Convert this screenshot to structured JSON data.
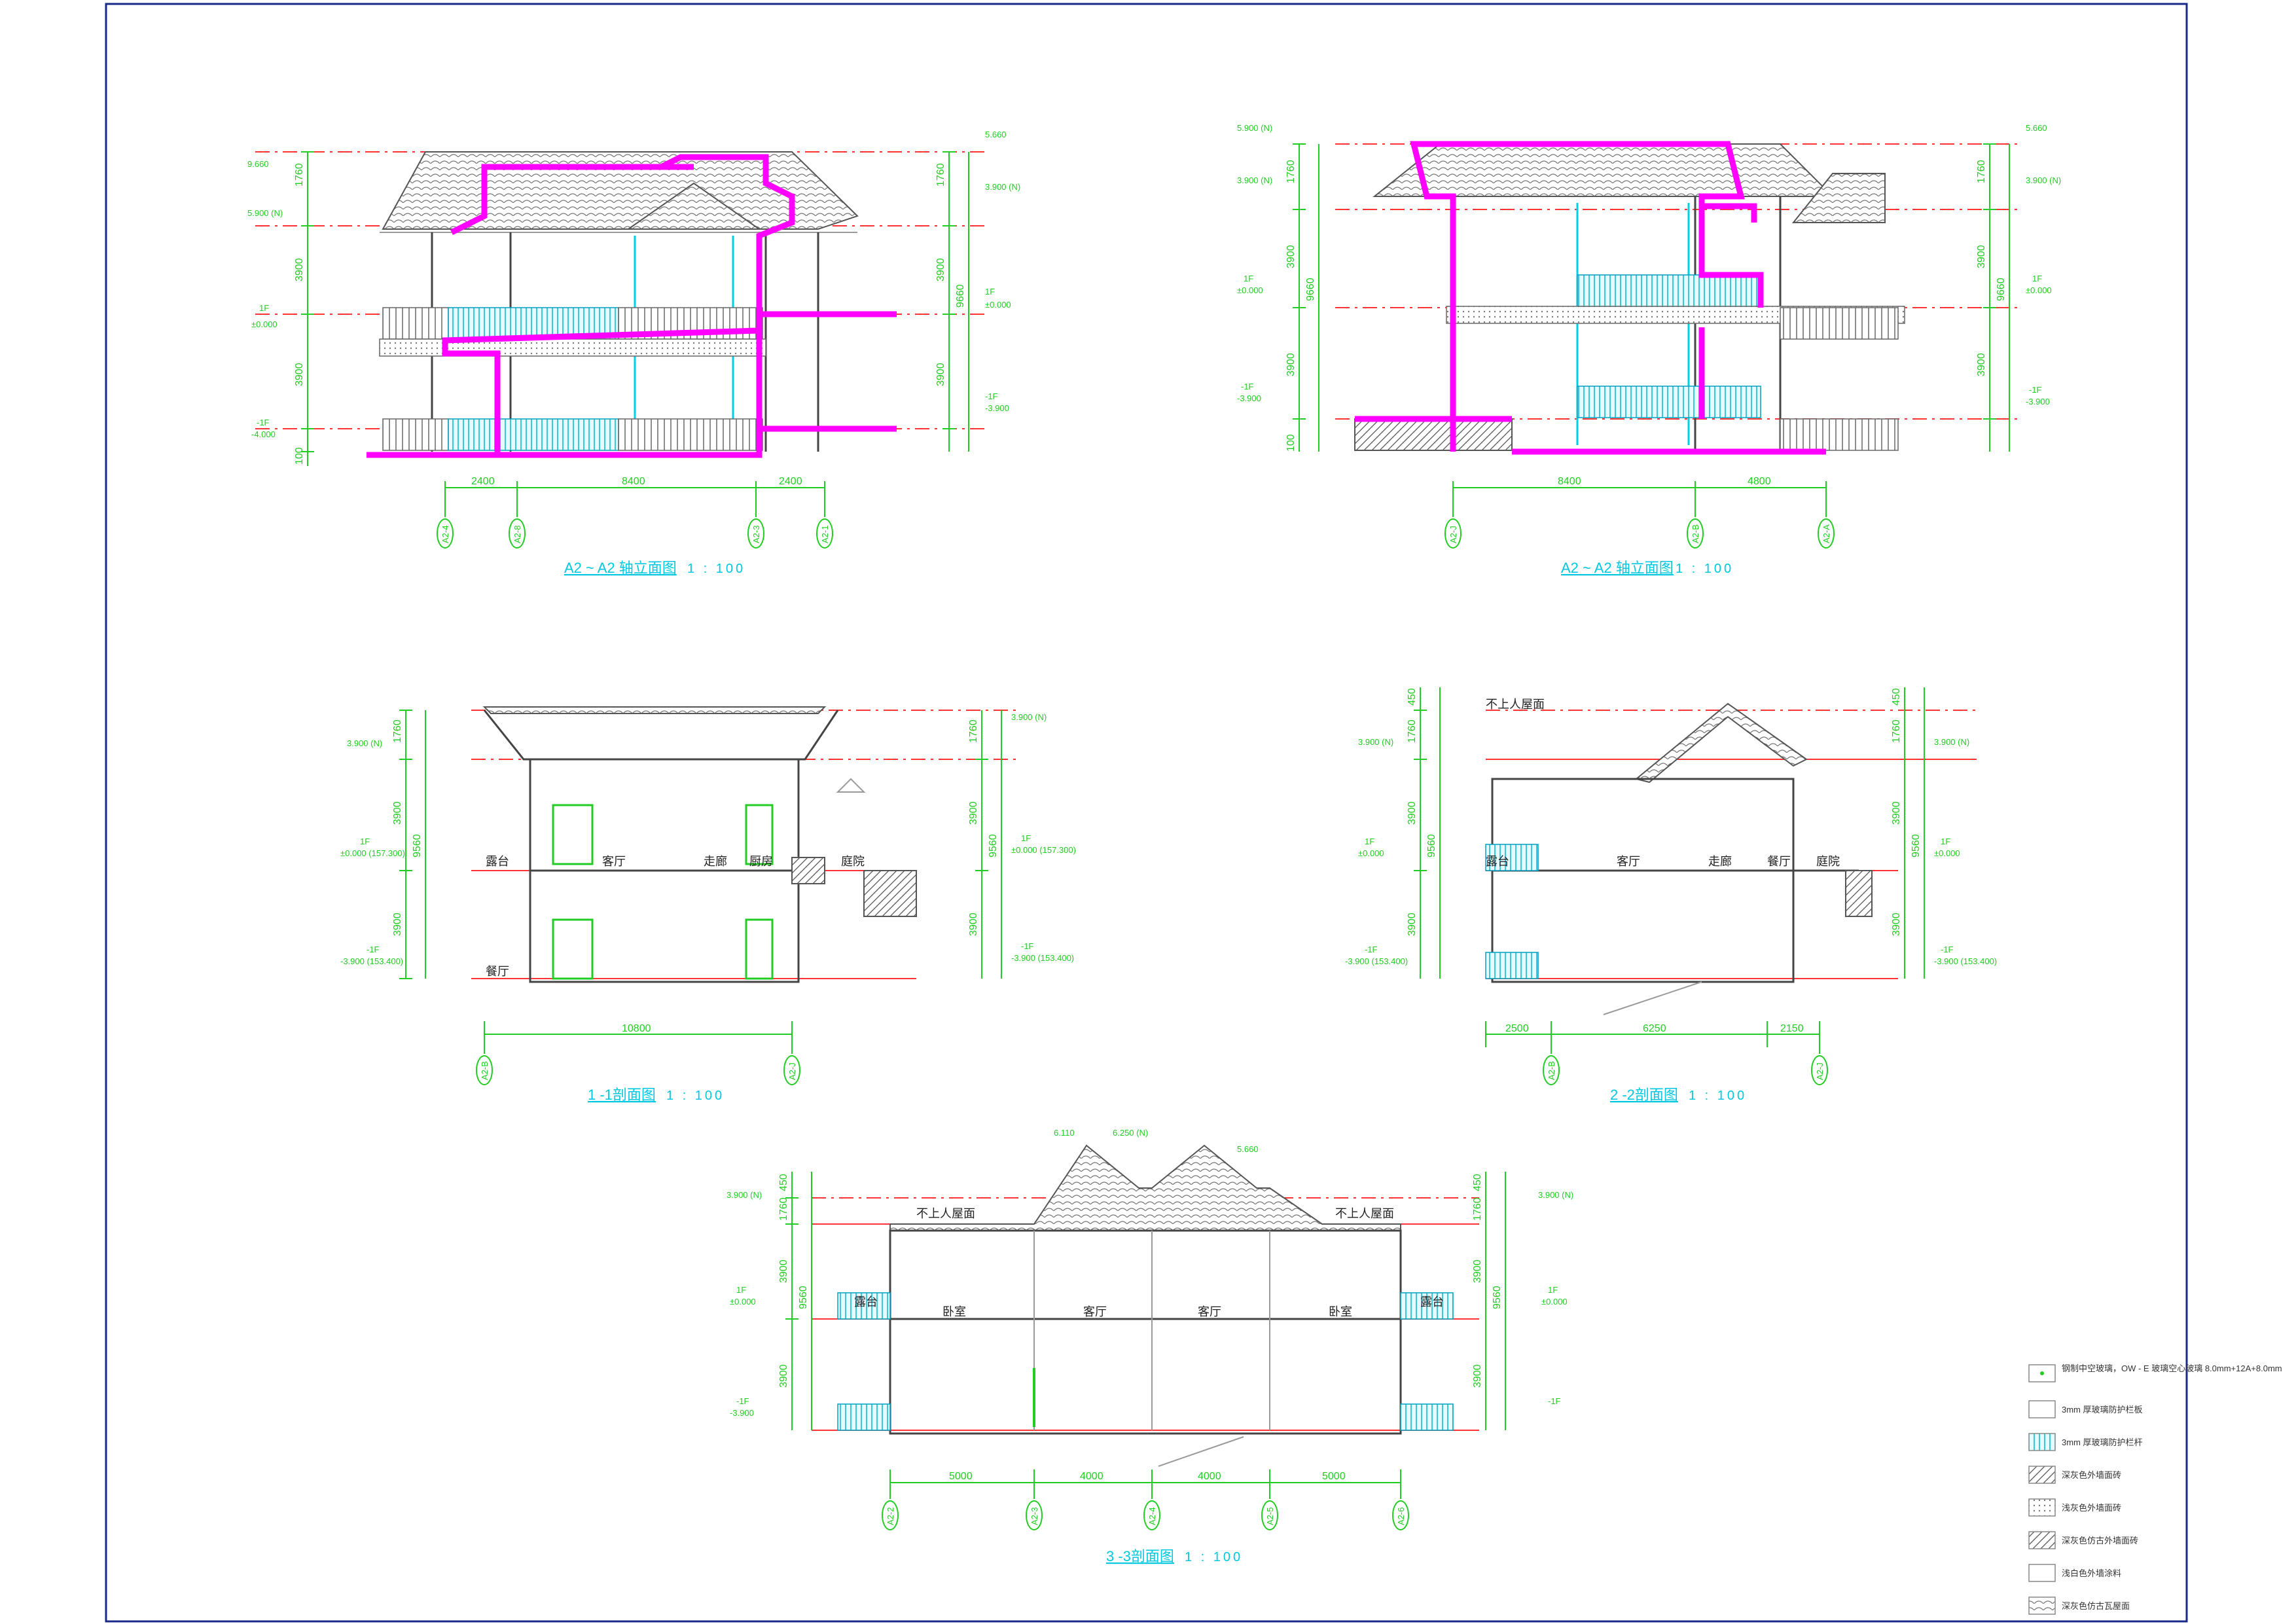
{
  "drawing": {
    "views": [
      {
        "id": "elev-a",
        "title": "A2 ~ A2 轴立面图",
        "scale": "1 : 100",
        "height_dims": [
          "100",
          "3900",
          "3900",
          "1760"
        ],
        "total_dim": "9660",
        "width_dims": [
          "2400",
          "8400",
          "2400"
        ],
        "axes": [
          "A2-4",
          "A2-8",
          "A2-3",
          "A2-1"
        ],
        "level_marks": [
          "9.660",
          "5.900 (N)",
          "3.900 (N)",
          "±0.000",
          "-3.900",
          "-4.000",
          "5.660",
          "1F",
          "-1F"
        ]
      },
      {
        "id": "elev-b",
        "title": "A2 ~ A2 轴立面图",
        "scale": "1 : 100",
        "height_dims": [
          "100",
          "3900",
          "3900",
          "1760"
        ],
        "total_dim": "9660",
        "width_dims": [
          "8400",
          "4800"
        ],
        "axes": [
          "A2-J",
          "A2-B",
          "A2-A"
        ],
        "level_marks": [
          "5.900 (N)",
          "3.900 (N)",
          "±0.000",
          "-3.900",
          "5.660",
          "1F",
          "-1F"
        ]
      },
      {
        "id": "section-1",
        "title": "1 -1剖面图",
        "scale": "1 : 100",
        "height_dims": [
          "3900",
          "3900",
          "1760"
        ],
        "total_dim": "9560",
        "width_dims": [
          "10800"
        ],
        "axes": [
          "A2-B",
          "A2-J"
        ],
        "level_marks": [
          "3.900 (N)",
          "±0.000 (157.300)",
          "-3.900 (153.400)",
          "1F",
          "-1F"
        ],
        "rooms": [
          "露台",
          "餐厅",
          "客厅",
          "走廊",
          "厨房",
          "庭院"
        ]
      },
      {
        "id": "section-2",
        "title": "2 -2剖面图",
        "scale": "1 : 100",
        "height_dims": [
          "3900",
          "3900",
          "1760",
          "450"
        ],
        "total_dim": "9560",
        "width_dims": [
          "2500",
          "6250",
          "2150"
        ],
        "axes": [
          "A2-B",
          "A2-J"
        ],
        "level_marks": [
          "3.900 (N)",
          "±0.000",
          "-3.900 (153.400)",
          "1F",
          "-1F"
        ],
        "rooms": [
          "露台",
          "客厅",
          "走廊",
          "餐厅",
          "庭院",
          "不上人屋面"
        ]
      },
      {
        "id": "section-3",
        "title": "3 -3剖面图",
        "scale": "1 : 100",
        "height_dims": [
          "3900",
          "3900",
          "1760",
          "450"
        ],
        "total_dim": "9560",
        "width_dims": [
          "5000",
          "4000",
          "4000",
          "5000"
        ],
        "axes": [
          "A2-2",
          "A2-3",
          "A2-4",
          "A2-5",
          "A2-6"
        ],
        "level_marks": [
          "3.900 (N)",
          "±0.000",
          "-3.900",
          "6.110",
          "6.250 (N)",
          "5.660",
          "1F",
          "-1F"
        ],
        "rooms": [
          "露台",
          "卧室",
          "客厅",
          "客厅",
          "卧室",
          "不上人屋面"
        ]
      }
    ],
    "legend": [
      {
        "label": "钢制中空玻璃，OW - E 玻璃空心玻璃 8.0mm+12A+8.0mm"
      },
      {
        "label": "3mm 厚玻璃防护栏板"
      },
      {
        "label": "3mm 厚玻璃防护栏杆"
      },
      {
        "label": "深灰色外墙面砖"
      },
      {
        "label": "浅灰色外墙面砖"
      },
      {
        "label": "深灰色仿古外墙面砖"
      },
      {
        "label": "浅白色外墙涂料"
      },
      {
        "label": "深灰色仿古瓦屋面"
      }
    ],
    "colors": {
      "frame": "#1a2a8a",
      "magenta_outline": "#ff00ff",
      "glass": "#00cfe8",
      "dimension": "#22cc22",
      "level_line": "#ff3333",
      "title": "#00c8e0"
    }
  }
}
